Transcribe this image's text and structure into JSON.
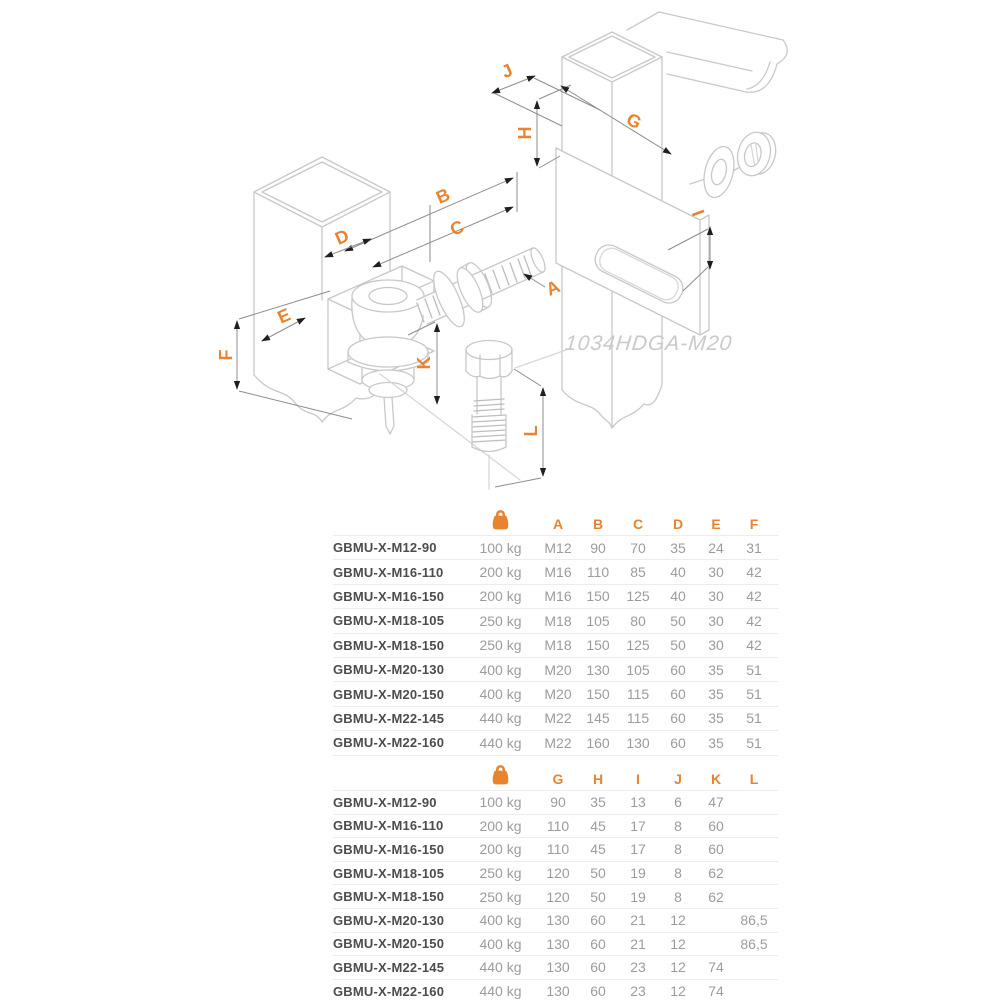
{
  "drawing": {
    "part_number": "1034HDGA-M20",
    "dim_labels": {
      "A": "A",
      "B": "B",
      "C": "C",
      "D": "D",
      "E": "E",
      "F": "F",
      "G": "G",
      "H": "H",
      "I": "I",
      "J": "J",
      "K": "K",
      "L": "L"
    }
  },
  "colors": {
    "accent_orange": "#E8842F",
    "drawing_line": "#c8c8c8",
    "dimension_line": "#8d8d8d",
    "arrow": "#1f1f1f",
    "code_text": "#4c4c4c",
    "value_text": "#9c9c9c"
  },
  "icons": {
    "weight_capacity": "weight-icon"
  },
  "tables": [
    {
      "name": "dimensions-a-f",
      "headers": [
        "A",
        "B",
        "C",
        "D",
        "E",
        "F"
      ],
      "rows": [
        {
          "code": "GBMU-X-M12-90",
          "weight": "100 kg",
          "values": [
            "M12",
            "90",
            "70",
            "35",
            "24",
            "31"
          ]
        },
        {
          "code": "GBMU-X-M16-110",
          "weight": "200 kg",
          "values": [
            "M16",
            "110",
            "85",
            "40",
            "30",
            "42"
          ]
        },
        {
          "code": "GBMU-X-M16-150",
          "weight": "200 kg",
          "values": [
            "M16",
            "150",
            "125",
            "40",
            "30",
            "42"
          ]
        },
        {
          "code": "GBMU-X-M18-105",
          "weight": "250 kg",
          "values": [
            "M18",
            "105",
            "80",
            "50",
            "30",
            "42"
          ]
        },
        {
          "code": "GBMU-X-M18-150",
          "weight": "250 kg",
          "values": [
            "M18",
            "150",
            "125",
            "50",
            "30",
            "42"
          ]
        },
        {
          "code": "GBMU-X-M20-130",
          "weight": "400 kg",
          "values": [
            "M20",
            "130",
            "105",
            "60",
            "35",
            "51"
          ]
        },
        {
          "code": "GBMU-X-M20-150",
          "weight": "400 kg",
          "values": [
            "M20",
            "150",
            "115",
            "60",
            "35",
            "51"
          ]
        },
        {
          "code": "GBMU-X-M22-145",
          "weight": "440 kg",
          "values": [
            "M22",
            "145",
            "115",
            "60",
            "35",
            "51"
          ]
        },
        {
          "code": "GBMU-X-M22-160",
          "weight": "440 kg",
          "values": [
            "M22",
            "160",
            "130",
            "60",
            "35",
            "51"
          ]
        }
      ]
    },
    {
      "name": "dimensions-g-l",
      "headers": [
        "G",
        "H",
        "I",
        "J",
        "K",
        "L"
      ],
      "rows": [
        {
          "code": "GBMU-X-M12-90",
          "weight": "100 kg",
          "values": [
            "90",
            "35",
            "13",
            "6",
            "47",
            ""
          ]
        },
        {
          "code": "GBMU-X-M16-110",
          "weight": "200 kg",
          "values": [
            "110",
            "45",
            "17",
            "8",
            "60",
            ""
          ]
        },
        {
          "code": "GBMU-X-M16-150",
          "weight": "200 kg",
          "values": [
            "110",
            "45",
            "17",
            "8",
            "60",
            ""
          ]
        },
        {
          "code": "GBMU-X-M18-105",
          "weight": "250 kg",
          "values": [
            "120",
            "50",
            "19",
            "8",
            "62",
            ""
          ]
        },
        {
          "code": "GBMU-X-M18-150",
          "weight": "250 kg",
          "values": [
            "120",
            "50",
            "19",
            "8",
            "62",
            ""
          ]
        },
        {
          "code": "GBMU-X-M20-130",
          "weight": "400 kg",
          "values": [
            "130",
            "60",
            "21",
            "12",
            "",
            "86,5"
          ]
        },
        {
          "code": "GBMU-X-M20-150",
          "weight": "400 kg",
          "values": [
            "130",
            "60",
            "21",
            "12",
            "",
            "86,5"
          ]
        },
        {
          "code": "GBMU-X-M22-145",
          "weight": "440 kg",
          "values": [
            "130",
            "60",
            "23",
            "12",
            "74",
            ""
          ]
        },
        {
          "code": "GBMU-X-M22-160",
          "weight": "440 kg",
          "values": [
            "130",
            "60",
            "23",
            "12",
            "74",
            ""
          ]
        }
      ]
    }
  ]
}
